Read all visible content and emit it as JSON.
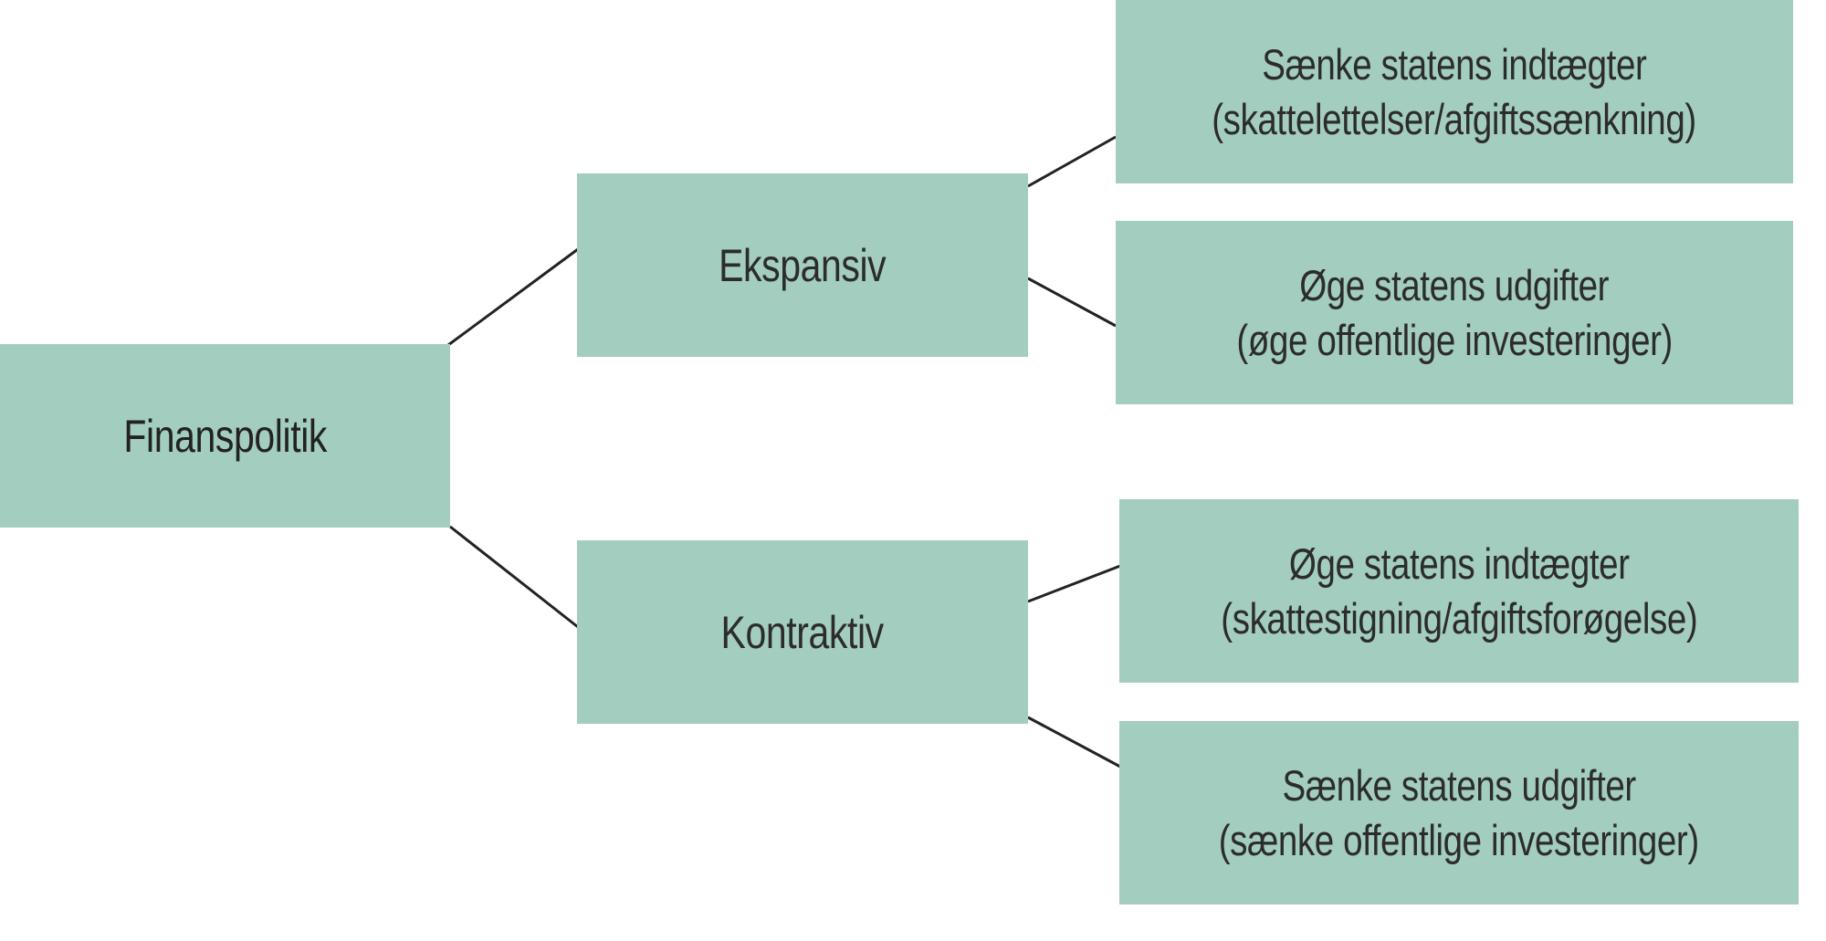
{
  "diagram": {
    "type": "tree",
    "colors": {
      "node_fill": "#a3cdbf",
      "connector": "#222222",
      "text": "#2a2a2a",
      "background": "#ffffff"
    },
    "root": {
      "label": "Finanspolitik"
    },
    "branches": [
      {
        "label": "Ekspansiv",
        "children": [
          {
            "line1": "Sænke statens indtægter",
            "line2": "(skattelettelser/afgiftssænkning)"
          },
          {
            "line1": "Øge statens udgifter",
            "line2": "(øge offentlige investeringer)"
          }
        ]
      },
      {
        "label": "Kontraktiv",
        "children": [
          {
            "line1": "Øge statens indtægter",
            "line2": "(skattestigning/afgiftsforøgelse)"
          },
          {
            "line1": "Sænke statens udgifter",
            "line2": "(sænke offentlige investeringer)"
          }
        ]
      }
    ],
    "edges": [
      {
        "from": "Finanspolitik",
        "to": "Ekspansiv"
      },
      {
        "from": "Finanspolitik",
        "to": "Kontraktiv"
      },
      {
        "from": "Ekspansiv",
        "to": "Sænke statens indtægter"
      },
      {
        "from": "Ekspansiv",
        "to": "Øge statens udgifter"
      },
      {
        "from": "Kontraktiv",
        "to": "Øge statens indtægter"
      },
      {
        "from": "Kontraktiv",
        "to": "Sænke statens udgifter"
      }
    ]
  }
}
